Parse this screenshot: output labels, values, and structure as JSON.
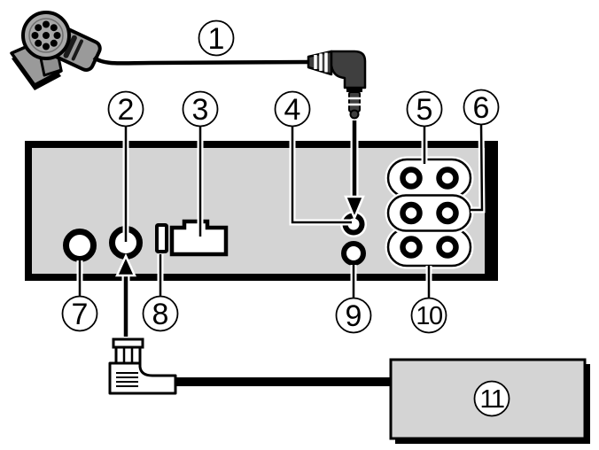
{
  "colors": {
    "background": "#ffffff",
    "panel_fill": "#d4d4d4",
    "box_fill": "#d4d4d4",
    "outline": "#000000",
    "connector_fill": "#ffffff",
    "plug_fill": "#3f3f3f",
    "mic_body_fill": "#9a9a9a",
    "mic_face_fill": "#a8a8a8"
  },
  "callouts": [
    {
      "number": "1",
      "target": "microphone-with-cable"
    },
    {
      "number": "2",
      "target": "mic-input-jack"
    },
    {
      "number": "3",
      "target": "rectangular-connector-port"
    },
    {
      "number": "4",
      "target": "round-jack-upper"
    },
    {
      "number": "5",
      "target": "rca-jack-pair-top"
    },
    {
      "number": "6",
      "target": "rca-jack-pair-middle"
    },
    {
      "number": "7",
      "target": "round-jack-left"
    },
    {
      "number": "8",
      "target": "slot-connector"
    },
    {
      "number": "9",
      "target": "round-jack-lower"
    },
    {
      "number": "10",
      "target": "rca-jack-pair-bottom"
    },
    {
      "number": "11",
      "target": "external-unit-box"
    }
  ]
}
